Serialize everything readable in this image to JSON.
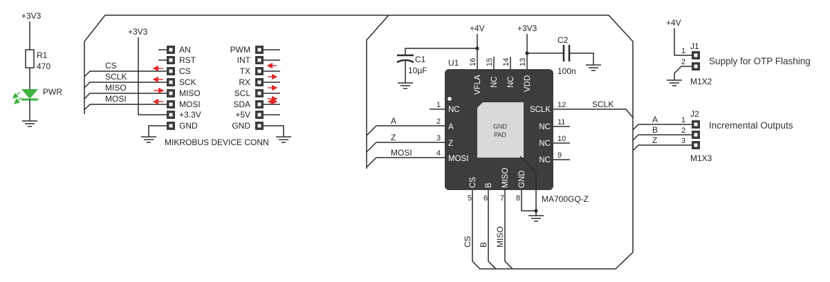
{
  "power": {
    "supply": "+3V3",
    "resistor_ref": "R1",
    "resistor_value": "470",
    "led_label": "PWR"
  },
  "mikrobus": {
    "supply": "+3V3",
    "title": "MIKROBUS DEVICE CONN",
    "left_pins": [
      "AN",
      "RST",
      "CS",
      "SCK",
      "MISO",
      "MOSI",
      "+3.3V",
      "GND"
    ],
    "right_pins": [
      "PWM",
      "INT",
      "TX",
      "RX",
      "SCL",
      "SDA",
      "+5V",
      "GND"
    ],
    "signals": [
      "CS",
      "SCLK",
      "MISO",
      "MOSI"
    ]
  },
  "c1": {
    "ref": "C1",
    "value": "10µF"
  },
  "c2": {
    "ref": "C2",
    "value": "100n"
  },
  "u1": {
    "ref": "U1",
    "part": "MA700GQ-Z",
    "supply_vfla": "+4V",
    "supply_vdd": "+3V3",
    "pad": [
      "GND",
      "PAD"
    ],
    "top": [
      {
        "num": "16",
        "name": "VFLA"
      },
      {
        "num": "15",
        "name": "NC"
      },
      {
        "num": "14",
        "name": "NC"
      },
      {
        "num": "13",
        "name": "VDD"
      }
    ],
    "left": [
      {
        "num": "1",
        "name": "NC"
      },
      {
        "num": "2",
        "name": "A"
      },
      {
        "num": "3",
        "name": "Z"
      },
      {
        "num": "4",
        "name": "MOSI"
      }
    ],
    "right": [
      {
        "num": "12",
        "name": "SCLK"
      },
      {
        "num": "11",
        "name": "NC"
      },
      {
        "num": "10",
        "name": "NC"
      },
      {
        "num": "9",
        "name": "NC"
      }
    ],
    "bottom": [
      {
        "num": "5",
        "name": "CS"
      },
      {
        "num": "6",
        "name": "B"
      },
      {
        "num": "7",
        "name": "MISO"
      },
      {
        "num": "8",
        "name": "GND"
      }
    ]
  },
  "net_labels": {
    "left": [
      "A",
      "Z",
      "MOSI"
    ],
    "sclk": "SCLK",
    "bottom": [
      "CS",
      "B",
      "MISO"
    ]
  },
  "j1": {
    "ref": "J1",
    "supply": "+4V",
    "pins": [
      "1",
      "2"
    ],
    "type": "M1X2",
    "description": "Supply for OTP Flashing"
  },
  "j2": {
    "ref": "J2",
    "pins": [
      "1",
      "2",
      "3"
    ],
    "signals": [
      "A",
      "B",
      "Z"
    ],
    "type": "M1X3",
    "description": "Incremental Outputs"
  },
  "colors": {
    "chip": "#3d3d3d",
    "pad": "#d9d9d9",
    "led": "#3fb23f",
    "direction_arrow": "#e02828"
  }
}
